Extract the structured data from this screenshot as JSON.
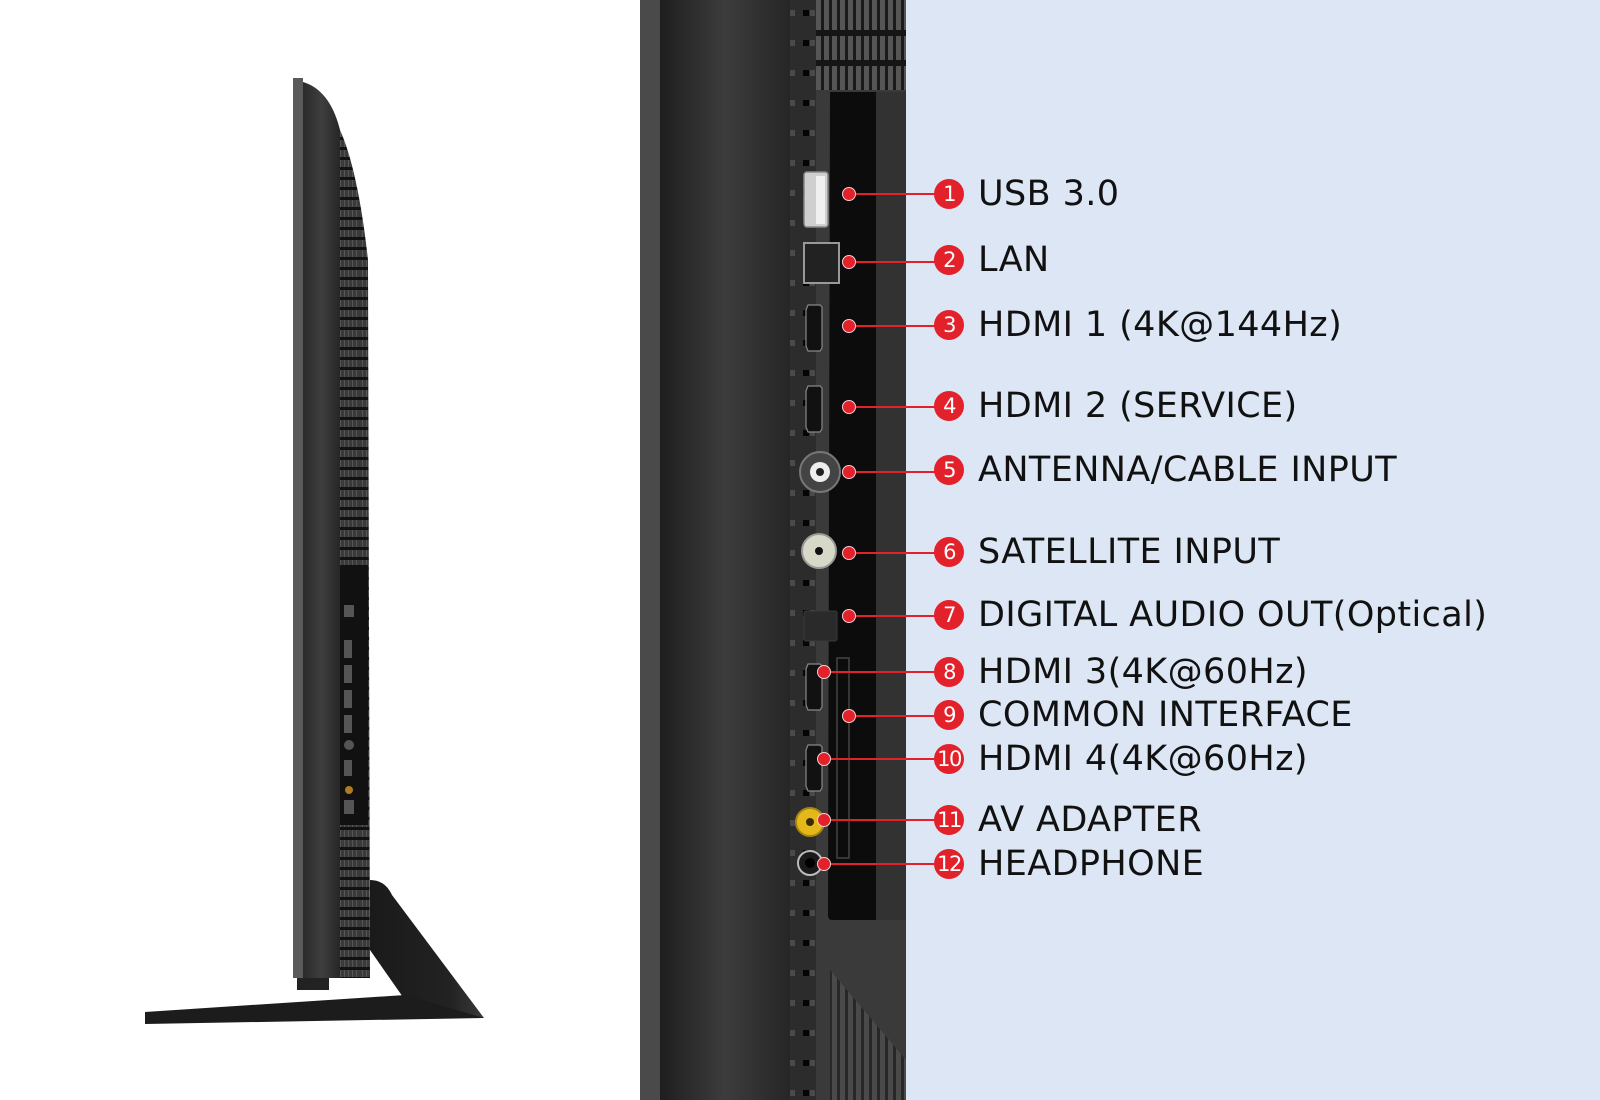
{
  "diagram": {
    "subject": "TV side profile and rear connection panel",
    "accent_color": "#e3212b",
    "background_color": "#dde6f4",
    "ports": [
      {
        "number": "1",
        "label": "USB 3.0",
        "icon": "usb-port-icon"
      },
      {
        "number": "2",
        "label": "LAN",
        "icon": "ethernet-port-icon"
      },
      {
        "number": "3",
        "label": "HDMI 1 (4K@144Hz)",
        "icon": "hdmi-port-icon"
      },
      {
        "number": "4",
        "label": "HDMI 2 (SERVICE)",
        "icon": "hdmi-port-icon"
      },
      {
        "number": "5",
        "label": "ANTENNA/CABLE INPUT",
        "icon": "antenna-port-icon"
      },
      {
        "number": "6",
        "label": "SATELLITE INPUT",
        "icon": "satellite-port-icon"
      },
      {
        "number": "7",
        "label": "DIGITAL AUDIO OUT(Optical)",
        "icon": "optical-port-icon"
      },
      {
        "number": "8",
        "label": "HDMI 3(4K@60Hz)",
        "icon": "hdmi-port-icon"
      },
      {
        "number": "9",
        "label": "COMMON INTERFACE",
        "icon": "ci-slot-icon"
      },
      {
        "number": "10",
        "label": "HDMI 4(4K@60Hz)",
        "icon": "hdmi-port-icon"
      },
      {
        "number": "11",
        "label": "AV ADAPTER",
        "icon": "av-jack-icon"
      },
      {
        "number": "12",
        "label": "HEADPHONE",
        "icon": "headphone-jack-icon"
      }
    ]
  }
}
